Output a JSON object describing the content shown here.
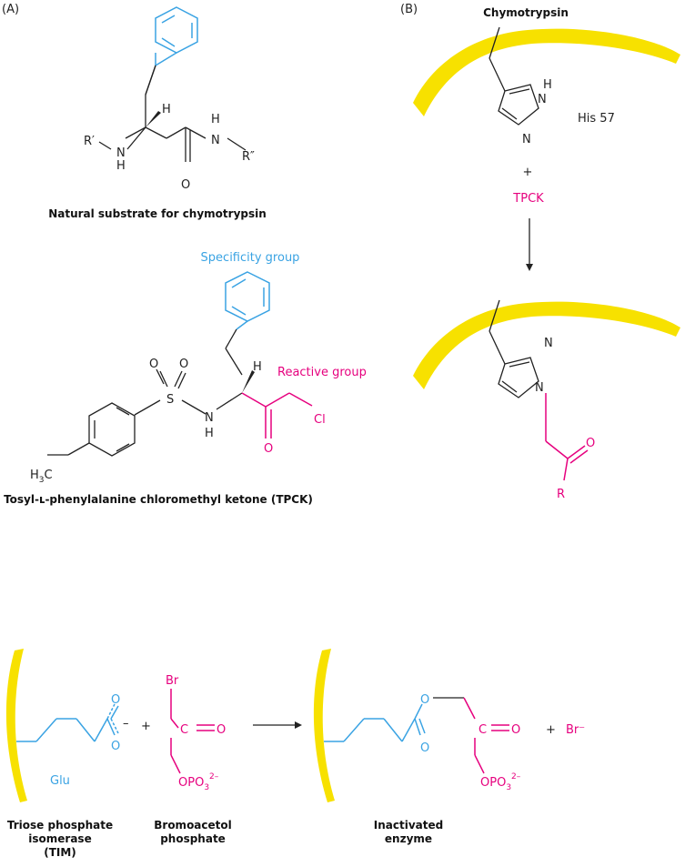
{
  "panel_labels": {
    "a": "(A)",
    "b": "(B)"
  },
  "panel_a": {
    "substrate": {
      "caption": "Natural substrate for chymotrypsin",
      "atoms": {
        "r1": "R′",
        "n1": "N",
        "h_n1": "H",
        "h_c": "H",
        "n2": "N",
        "h_n2": "H",
        "r2": "R″",
        "o": "O"
      }
    },
    "tpck": {
      "specificity_label": "Specificity group",
      "reactive_label": "Reactive group",
      "caption": "Tosyl-ʟ-phenylalanine chloromethyl ketone (TPCK)",
      "atoms": {
        "o1": "O",
        "o2": "O",
        "s": "S",
        "n": "N",
        "h_n": "H",
        "h_c": "H",
        "o_keto": "O",
        "cl": "Cl",
        "methyl_h": "H",
        "methyl_sub": "3",
        "methyl_c": "C"
      }
    }
  },
  "panel_b": {
    "title": "Chymotrypsin",
    "his_label": "His 57",
    "plus": "+",
    "reagent": "TPCK",
    "atoms": {
      "n_top": "N",
      "h_top": "H",
      "n_bottom": "N",
      "n_prod_top": "N",
      "n_prod_bottom": "N",
      "o_prod": "O",
      "r_prod": "R"
    }
  },
  "panel_c": {
    "glu_label": "Glu",
    "plus1": "+",
    "plus2": "+",
    "br_ion": "Br⁻",
    "atoms": {
      "o_a": "O",
      "o_b": "O",
      "minus": "–",
      "br": "Br",
      "c_keto": "C",
      "o_keto": "O",
      "opo3": "OPO",
      "opo3_sub": "3",
      "opo3_sup": "2–",
      "o_ester": "O",
      "o_ester2": "O",
      "c_keto2": "C",
      "o_keto2": "O",
      "opo3_b": "OPO",
      "opo3_b_sub": "3",
      "opo3_b_sup": "2–"
    },
    "captions": {
      "tim_line1": "Triose phosphate",
      "tim_line2": "isomerase",
      "tim_line3": "(TIM)",
      "bromo_line1": "Bromoacetol",
      "bromo_line2": "phosphate",
      "inact_line1": "Inactivated",
      "inact_line2": "enzyme"
    }
  },
  "colors": {
    "specificity": "#3aa3e3",
    "reactive": "#e6007e",
    "enzyme": "#f7e100",
    "text": "#222222"
  }
}
